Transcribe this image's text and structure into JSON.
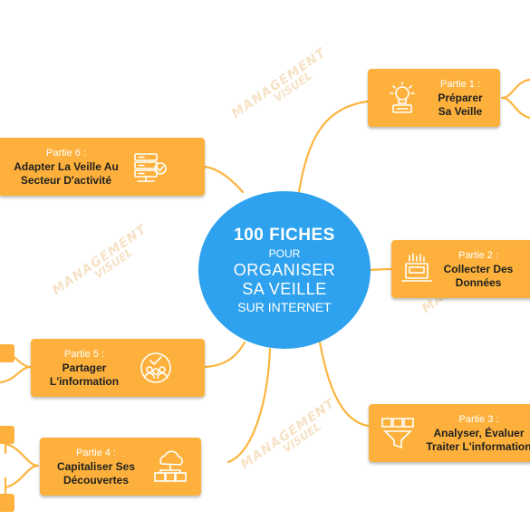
{
  "hub": {
    "line1": "100 FICHES",
    "line2": "POUR",
    "line3": "ORGANISER",
    "line4": "SA VEILLE",
    "line5": "SUR INTERNET"
  },
  "cards": [
    {
      "id": "partie-1",
      "part": "Partie 1 :",
      "title1": "Préparer",
      "title2": "Sa Veille",
      "icon": "lightbulb-idea-icon"
    },
    {
      "id": "partie-2",
      "part": "Partie 2 :",
      "title1": "Collecter Des",
      "title2": "Données",
      "icon": "laptop-data-icon"
    },
    {
      "id": "partie-3",
      "part": "Partie 3 :",
      "title1": "Analyser, Évaluer",
      "title2": "Traiter L'information",
      "icon": "filter-funnel-icon"
    },
    {
      "id": "partie-4",
      "part": "Partie 4 :",
      "title1": "Capitaliser Ses",
      "title2": "Découvertes",
      "icon": "cloud-storage-icon"
    },
    {
      "id": "partie-5",
      "part": "Partie 5 :",
      "title1": "Partager",
      "title2": "L'information",
      "icon": "team-share-icon"
    },
    {
      "id": "partie-6",
      "part": "Partie 6 :",
      "title1": "Adapter La Veille Au",
      "title2": "Secteur D'activité",
      "icon": "server-check-icon"
    }
  ],
  "watermark": {
    "line1": "MANAGEMENT",
    "line2": "VISUEL"
  },
  "colors": {
    "hub": "#2ea2ee",
    "card": "#fdb13c",
    "line": "#fcb53f",
    "text": "#1f1f1f",
    "watermark": "#f3d9b4"
  }
}
